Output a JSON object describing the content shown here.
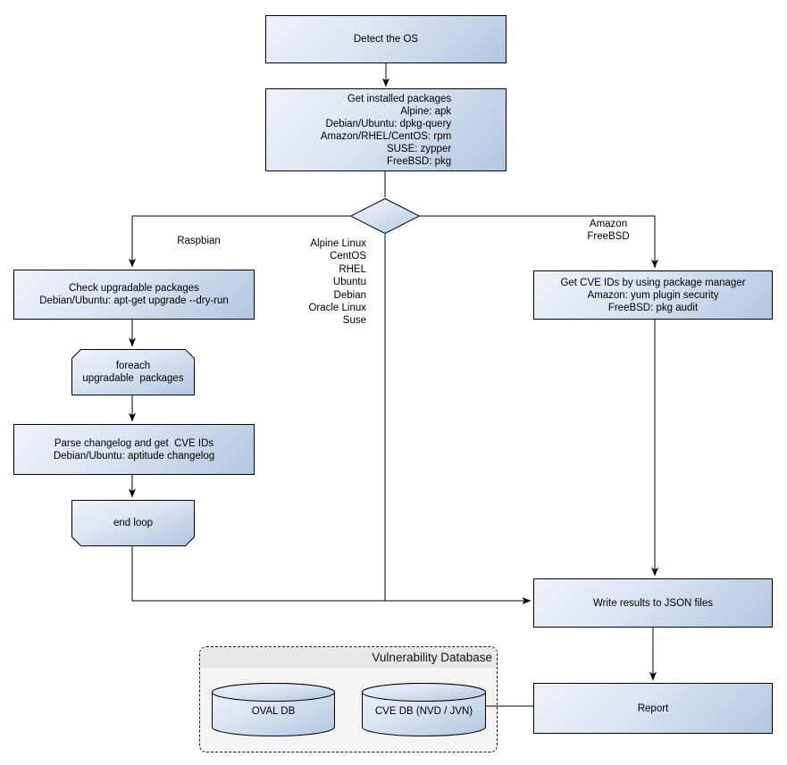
{
  "nodes": {
    "detect_os": {
      "text": "Detect the OS"
    },
    "get_installed_packages": {
      "text": "Get installed packages\nAlpine: apk\nDebian/Ubuntu: dpkg-query\nAmazon/RHEL/CentOS: rpm\nSUSE: zypper\nFreeBSD: pkg"
    },
    "check_upgradable": {
      "text": "Check upgradable packages\nDebian/Ubuntu: apt-get upgrade --dry-run"
    },
    "foreach_loop": {
      "text": "foreach\nupgradable  packages"
    },
    "parse_changelog": {
      "text": "Parse changelog and get  CVE IDs\nDebian/Ubuntu: aptitude changelog"
    },
    "end_loop": {
      "text": "end loop"
    },
    "get_cve_ids": {
      "text": "Get CVE IDs by using package manager\nAmazon: yum plugin security\nFreeBSD: pkg audit"
    },
    "write_results": {
      "text": "Write results to JSON files"
    },
    "report": {
      "text": "Report"
    },
    "oval_db": {
      "text": "OVAL DB"
    },
    "cve_db": {
      "text": "CVE DB (NVD / JVN)"
    }
  },
  "edge_labels": {
    "raspbian": "Raspbian",
    "amazon_freebsd": "Amazon\nFreeBSD",
    "os_list": "Alpine Linux\nCentOS\nRHEL\nUbuntu\nDebian\nOracle Linux\nSuse"
  },
  "groups": {
    "vulnerability_database": {
      "title": "Vulnerability Database"
    }
  },
  "colors": {
    "node_gradient_start": "#eef2fa",
    "node_gradient_end": "#b3c7e1",
    "node_border": "#000000",
    "connector": "#000000",
    "group_fill": "#f4f4f4",
    "group_header_fill": "#e8e8e8",
    "background": "#ffffff"
  }
}
